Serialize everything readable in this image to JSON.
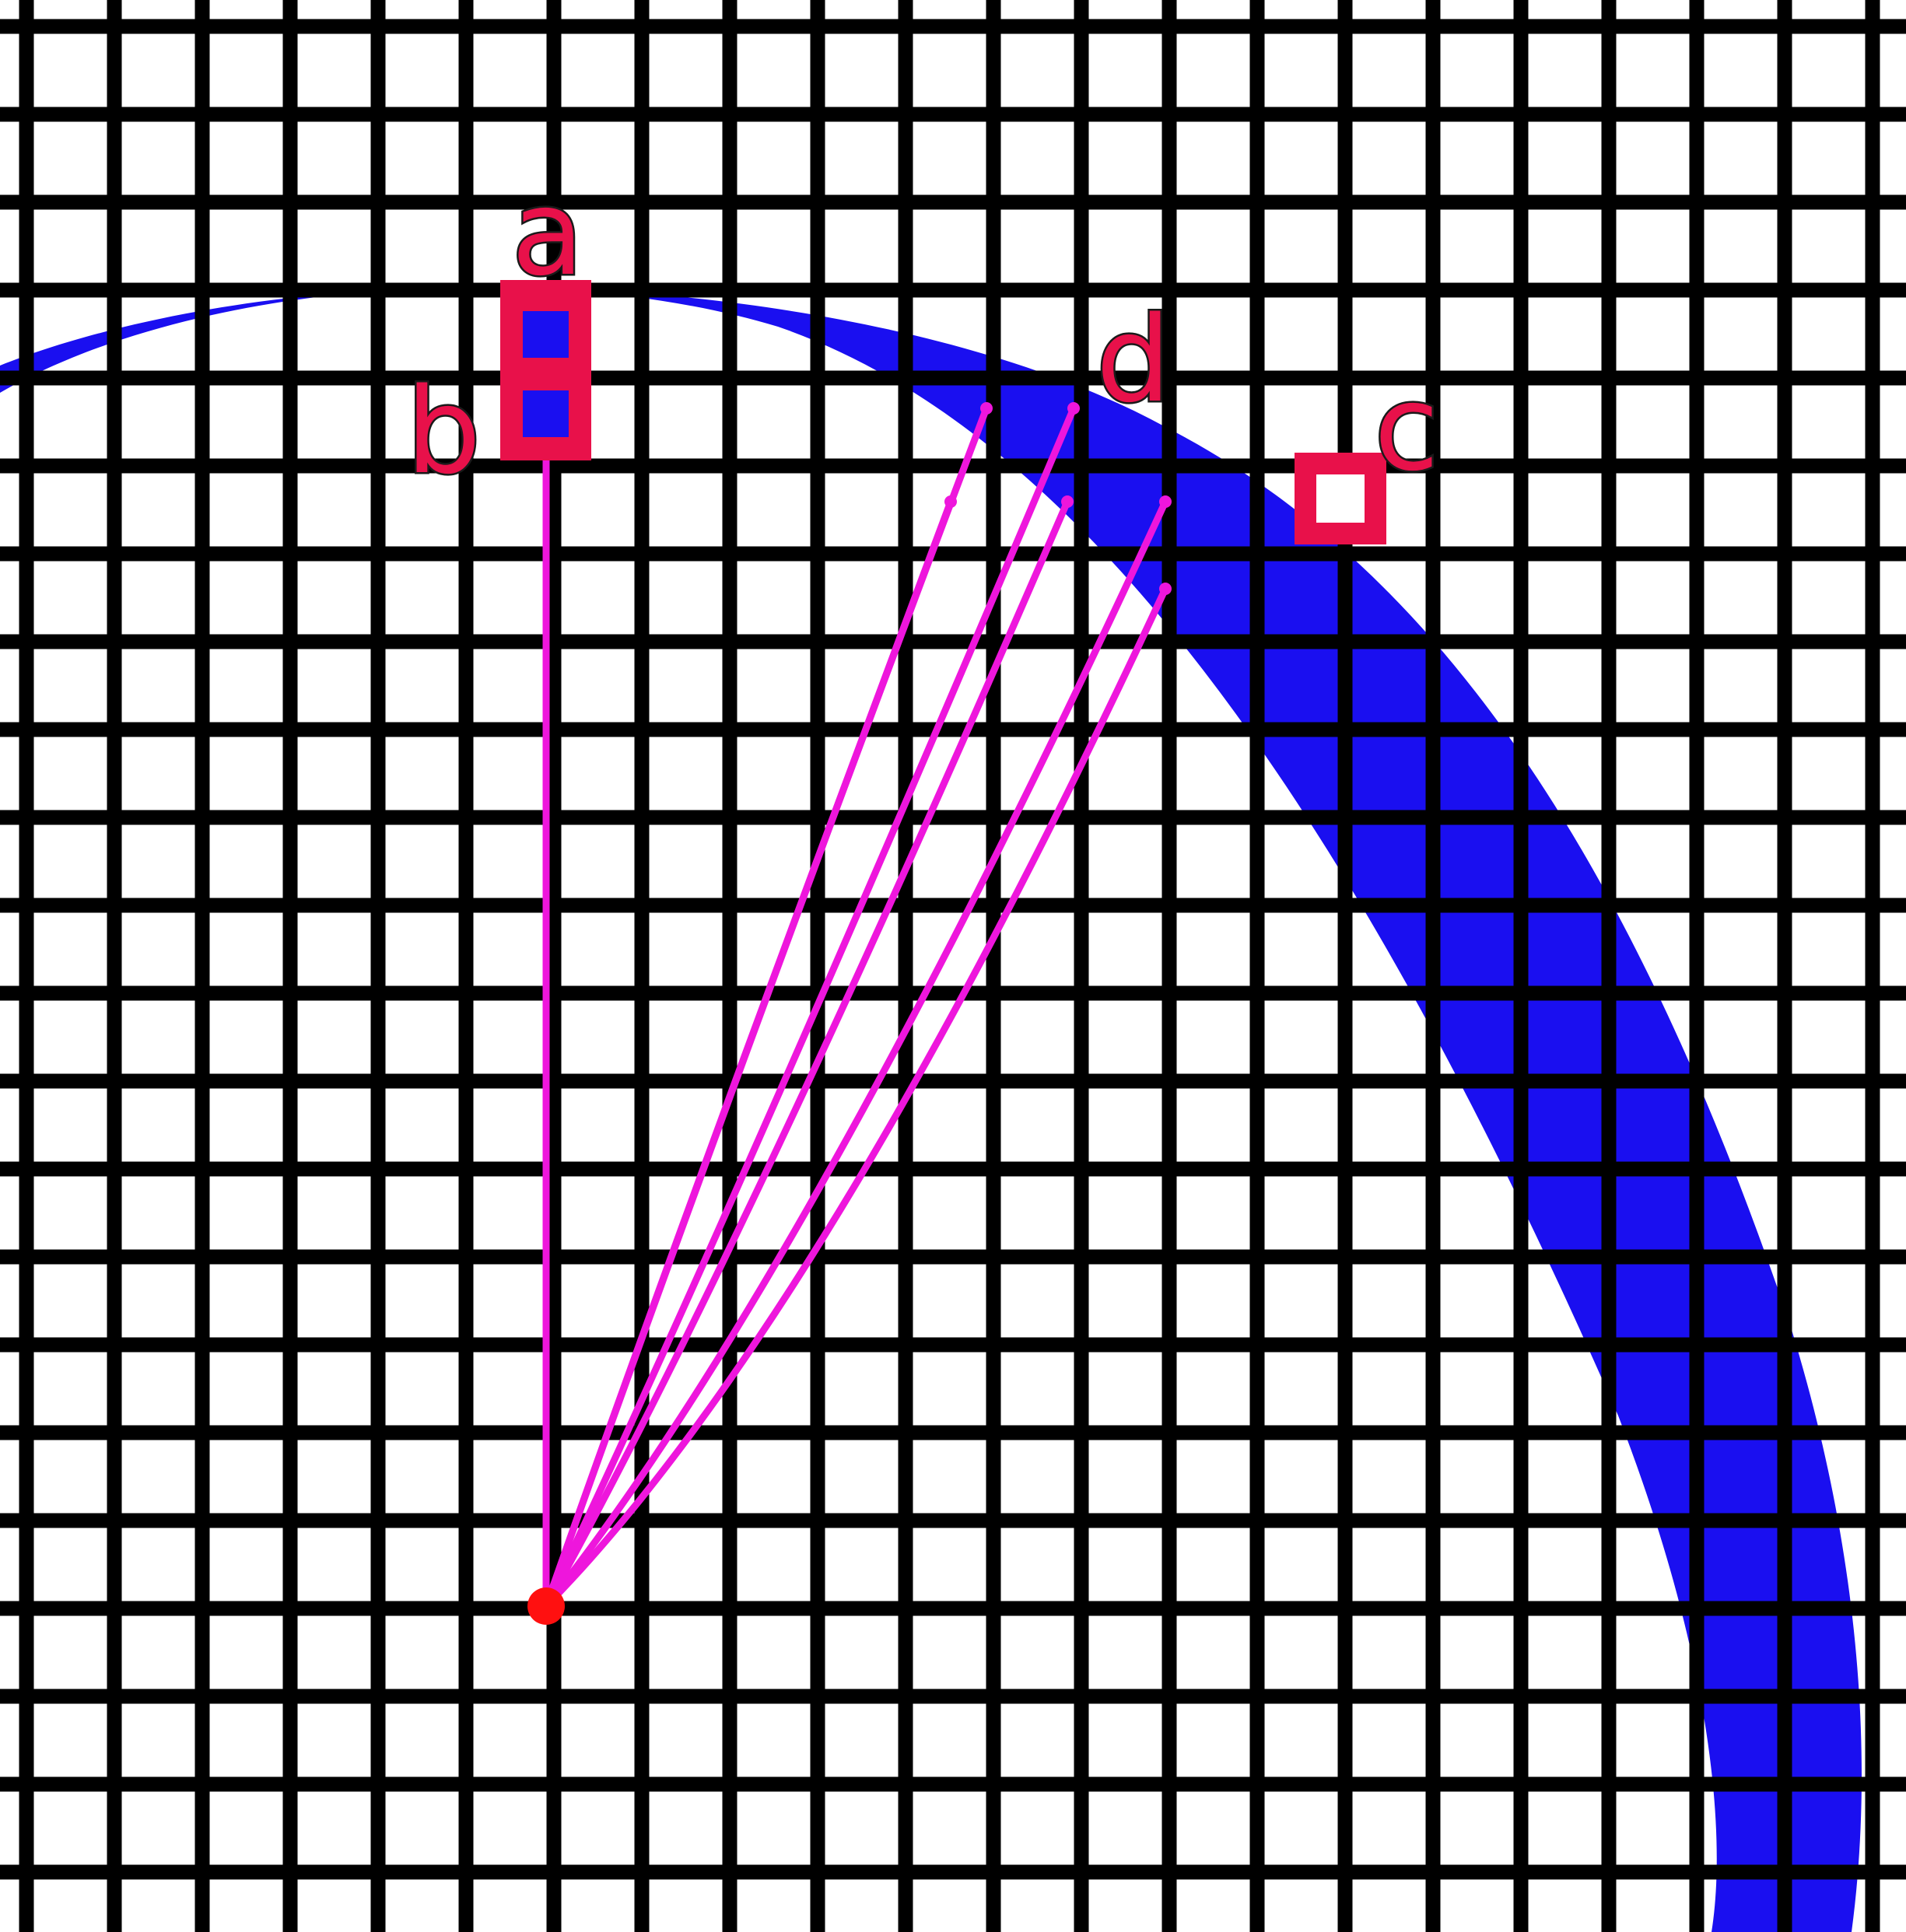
{
  "colors": {
    "background": "#ffffff",
    "grid": "#000000",
    "band": "#1a0ff0",
    "rays": "#ee16dc",
    "marker": "#e8114a",
    "origin": "#ff1010"
  },
  "labels": {
    "a": "a",
    "b": "b",
    "c": "c",
    "d": "d"
  }
}
